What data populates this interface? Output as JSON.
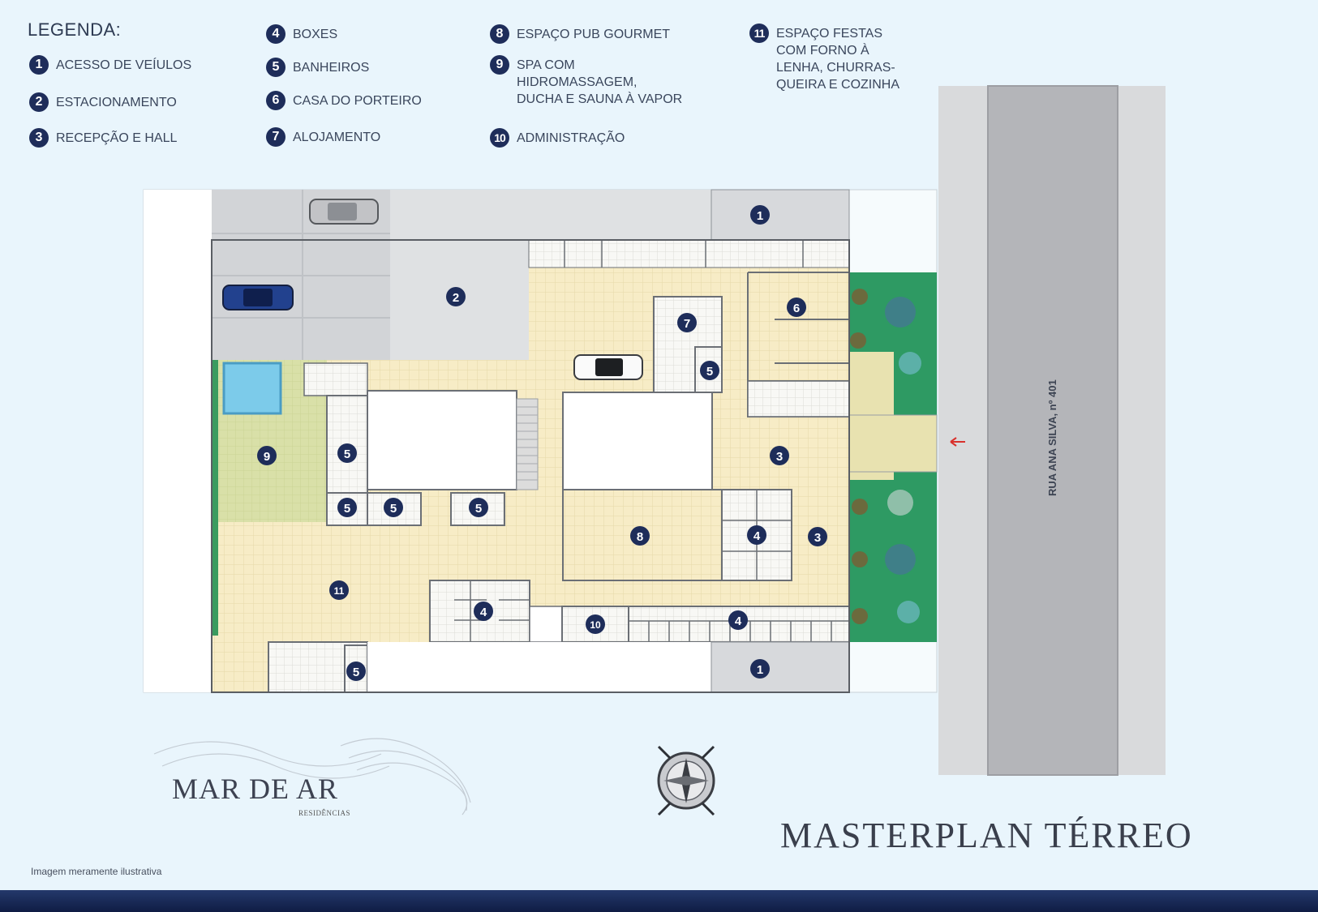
{
  "legend": {
    "title": "LEGENDA:",
    "items": [
      {
        "num": "1",
        "label": "ACESSO DE VEÍULOS"
      },
      {
        "num": "2",
        "label": "ESTACIONAMENTO"
      },
      {
        "num": "3",
        "label": "RECEPÇÃO E HALL"
      },
      {
        "num": "4",
        "label": "BOXES"
      },
      {
        "num": "5",
        "label": "BANHEIROS"
      },
      {
        "num": "6",
        "label": "CASA DO PORTEIRO"
      },
      {
        "num": "7",
        "label": "ALOJAMENTO"
      },
      {
        "num": "8",
        "label": "ESPAÇO PUB GOURMET"
      },
      {
        "num": "9",
        "label": "SPA COM\nHIDROMASSAGEM,\nDUCHA E SAUNA À VAPOR"
      },
      {
        "num": "10",
        "label": "ADMINISTRAÇÃO"
      },
      {
        "num": "11",
        "label": "ESPAÇO FESTAS\nCOM FORNO À\nLENHA, CHURRAS-\nQUEIRA E COZINHA"
      }
    ]
  },
  "plan": {
    "street_name": "RUA ANA SILVA, nº 401",
    "markers": [
      "1",
      "1",
      "2",
      "3",
      "3",
      "4",
      "4",
      "4",
      "5",
      "5",
      "5",
      "5",
      "5",
      "5",
      "6",
      "7",
      "8",
      "9",
      "10",
      "11"
    ]
  },
  "branding": {
    "logo_text": "MAR DE AR",
    "logo_subtext": "RESIDÊNCIAS",
    "plan_title": "MASTERPLAN TÉRREO",
    "disclaimer": "Imagem meramente ilustrativa"
  },
  "colors": {
    "background": "#e9f5fc",
    "marker": "#1e2d5a",
    "tile_floor": "#f7ecc6",
    "garden": "#2e9a63",
    "spa_lawn": "#d9e0a8",
    "parking": "#d8dadd",
    "street_road": "#b4b5b9",
    "entry_arrow": "#d9312c"
  }
}
